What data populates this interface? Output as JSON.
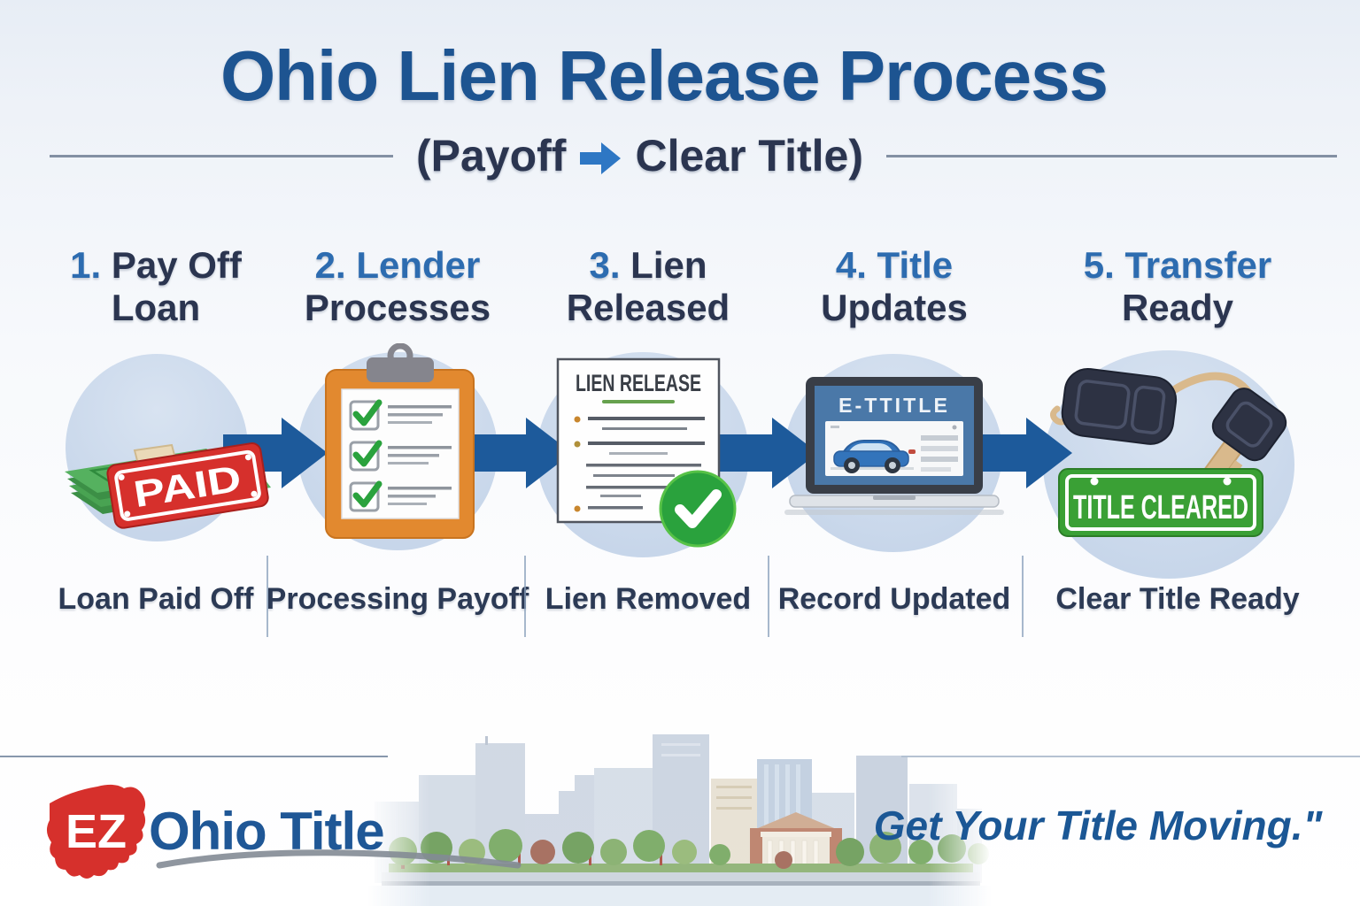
{
  "header": {
    "title": "Ohio Lien Release Process",
    "subtitle_left": "(Payoff",
    "subtitle_right": "Clear Title)"
  },
  "steps": [
    {
      "title_blue": "1.",
      "title_dark": "Pay Off",
      "title_line2": "Loan",
      "caption": "Loan Paid Off",
      "icon": "money-paid"
    },
    {
      "title_blue": "2. Lender",
      "title_dark": "",
      "title_line2": "Processes",
      "caption": "Processing Payoff",
      "icon": "clipboard-checklist"
    },
    {
      "title_blue": "3.",
      "title_dark": "Lien",
      "title_line2": "Released",
      "caption": "Lien Removed",
      "icon": "lien-release-document"
    },
    {
      "title_blue": "4. Title",
      "title_dark": "",
      "title_line2": "Updates",
      "caption": "Record Updated",
      "icon": "laptop-e-title"
    },
    {
      "title_blue": "5. Transfer",
      "title_dark": "",
      "title_line2": "Ready",
      "caption": "Clear Title Ready",
      "icon": "car-keys-title-cleared"
    }
  ],
  "icon_text": {
    "paid_stamp": "PAID",
    "lien_document_title": "LIEN RELEASE",
    "laptop_screen_title": "E-TTITLE",
    "license_plate": "TITLE CLEARED"
  },
  "footer": {
    "logo_ez": "EZ",
    "logo_name": "Ohio Title",
    "tagline": "Get Your Title Moving.\""
  },
  "colors": {
    "title_blue": "#1d5491",
    "accent_blue": "#2d6cb0",
    "dark_navy": "#2b3550",
    "caption_navy": "#2c3a55",
    "arrow_blue": "#1d5a9b",
    "subtitle_arrow_blue": "#2e77c4",
    "circle_bg": "#c7d6ea",
    "paid_red": "#d6302c",
    "money_green": "#55b15f",
    "clipboard_orange": "#e2892f",
    "check_green": "#2aa23d",
    "plate_green": "#3aa035",
    "laptop_screen_blue": "#4a78a8",
    "key_fob_navy": "#2d3243",
    "keyring_tan": "#d9b98c",
    "logo_red": "#d6302c",
    "logo_blue": "#1f5796",
    "tagline_blue": "#1b5795"
  }
}
